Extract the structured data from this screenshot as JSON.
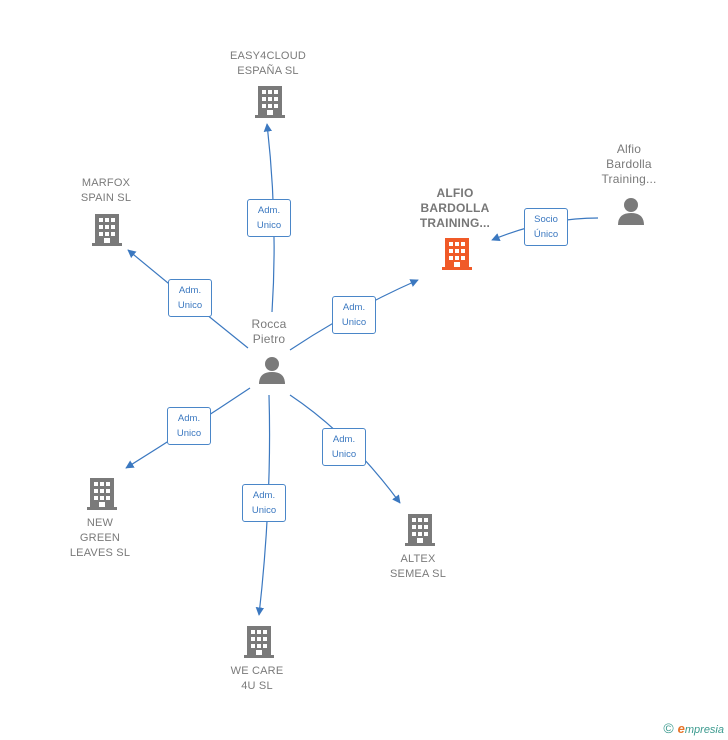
{
  "colors": {
    "edge": "#3b78c0",
    "company": "#7a7a7a",
    "focus_company": "#f05a28",
    "person": "#7a7a7a"
  },
  "nodes": {
    "easy4cloud": {
      "lines": [
        "EASY4CLOUD",
        "ESPAÑA SL"
      ],
      "icon": "building-icon"
    },
    "marfox": {
      "lines": [
        "MARFOX",
        "SPAIN SL"
      ],
      "icon": "building-icon"
    },
    "alfio_company": {
      "lines": [
        "ALFIO",
        "BARDOLLA",
        "TRAINING..."
      ],
      "icon": "building-icon"
    },
    "alfio_person": {
      "lines": [
        "Alfio",
        "Bardolla",
        "Training..."
      ],
      "icon": "person-icon"
    },
    "rocca": {
      "lines": [
        "Rocca",
        "Pietro"
      ],
      "icon": "person-icon"
    },
    "new_green": {
      "lines": [
        "NEW",
        "GREEN",
        "LEAVES SL"
      ],
      "icon": "building-icon"
    },
    "altex": {
      "lines": [
        "ALTEX",
        "SEMEA SL"
      ],
      "icon": "building-icon"
    },
    "we_care": {
      "lines": [
        "WE CARE",
        "4U SL"
      ],
      "icon": "building-icon"
    }
  },
  "edges": {
    "to_easy4cloud": {
      "lines": [
        "Adm.",
        "Unico"
      ]
    },
    "to_marfox": {
      "lines": [
        "Adm.",
        "Unico"
      ]
    },
    "to_alfio_company": {
      "lines": [
        "Adm.",
        "Unico"
      ]
    },
    "socio": {
      "lines": [
        "Socio",
        "Único"
      ]
    },
    "to_new_green": {
      "lines": [
        "Adm.",
        "Unico"
      ]
    },
    "to_altex": {
      "lines": [
        "Adm.",
        "Unico"
      ]
    },
    "to_we_care": {
      "lines": [
        "Adm.",
        "Unico"
      ]
    }
  },
  "footer": {
    "copyright": "©",
    "brand_first": "e",
    "brand_rest": "mpresia"
  }
}
